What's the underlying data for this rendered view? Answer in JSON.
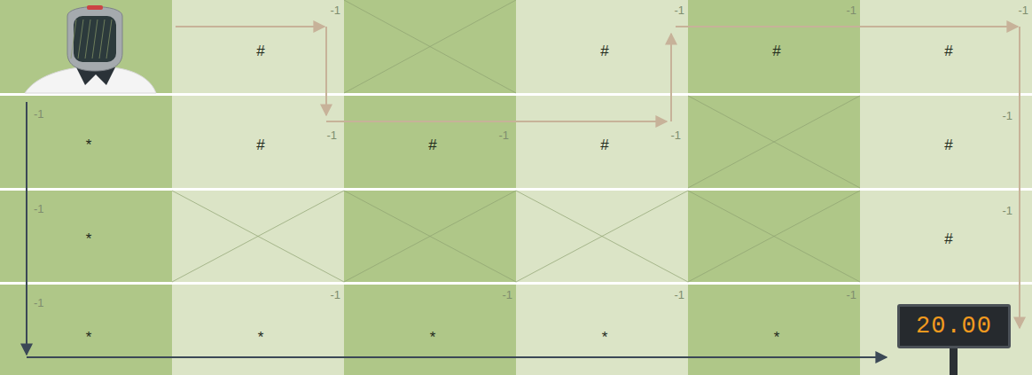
{
  "diagram": {
    "nodes": [
      {
        "text": [
          "-1",
          "#"
        ]
      },
      {
        "text": [
          "-1",
          "#"
        ]
      },
      {
        "text": [
          "-1",
          "#"
        ]
      },
      {
        "text": [
          "-1",
          "#"
        ]
      },
      {
        "text": [
          "-1",
          "*"
        ]
      },
      {
        "text": [
          "-1",
          "#"
        ]
      },
      {
        "text": [
          "-1",
          "#"
        ]
      },
      {
        "text": [
          "-1",
          "#"
        ]
      },
      {
        "text": [
          "-1",
          "#"
        ]
      },
      {
        "text": [
          "-1",
          "*"
        ]
      },
      {
        "text": [
          "-1",
          "#"
        ]
      },
      {
        "text": [
          "-1",
          "*"
        ]
      },
      {
        "text": [
          "-1",
          "*"
        ]
      },
      {
        "text": [
          "-1",
          "*"
        ]
      },
      {
        "text": [
          "-1",
          "*"
        ]
      },
      {
        "text": [
          "-1",
          "*"
        ]
      },
      {
        "text": [
          "20.00"
        ]
      }
    ]
  }
}
